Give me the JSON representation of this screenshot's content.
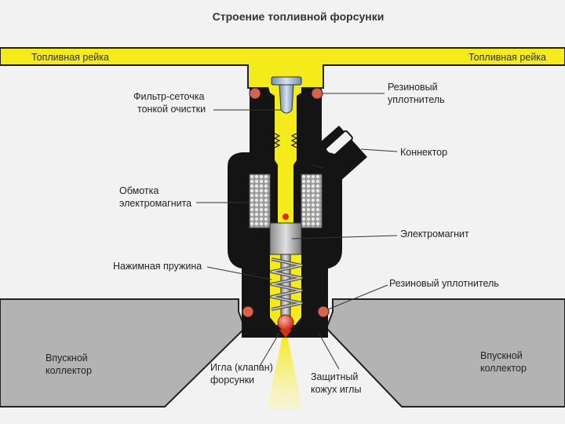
{
  "title": "Строение топливной форсунки",
  "labels": {
    "rail_left": "Топливная рейка",
    "rail_right": "Топливная рейка",
    "filter_1": "Фильтр-сеточка",
    "filter_2": "тонкой очистки",
    "seal_top_1": "Резиновый",
    "seal_top_2": "уплотнитель",
    "connector": "Коннектор",
    "winding_1": "Обмотка",
    "winding_2": "электромагнита",
    "electromagnet": "Электромагнит",
    "spring": "Нажимная пружина",
    "seal_bottom": "Резиновый  уплотнитель",
    "intake_left_1": "Впускной",
    "intake_left_2": "коллектор",
    "intake_right_1": "Впускной",
    "intake_right_2": "коллектор",
    "needle_1": "Игла (клапан)",
    "needle_2": "форсунки",
    "shroud_1": "Защитный",
    "shroud_2": "кожух иглы"
  },
  "colors": {
    "fuel": "#f5ea1a",
    "body": "#141414",
    "manifold": "#b3b3b3",
    "seal": "#d9624e",
    "background": "#f2f2f2"
  }
}
